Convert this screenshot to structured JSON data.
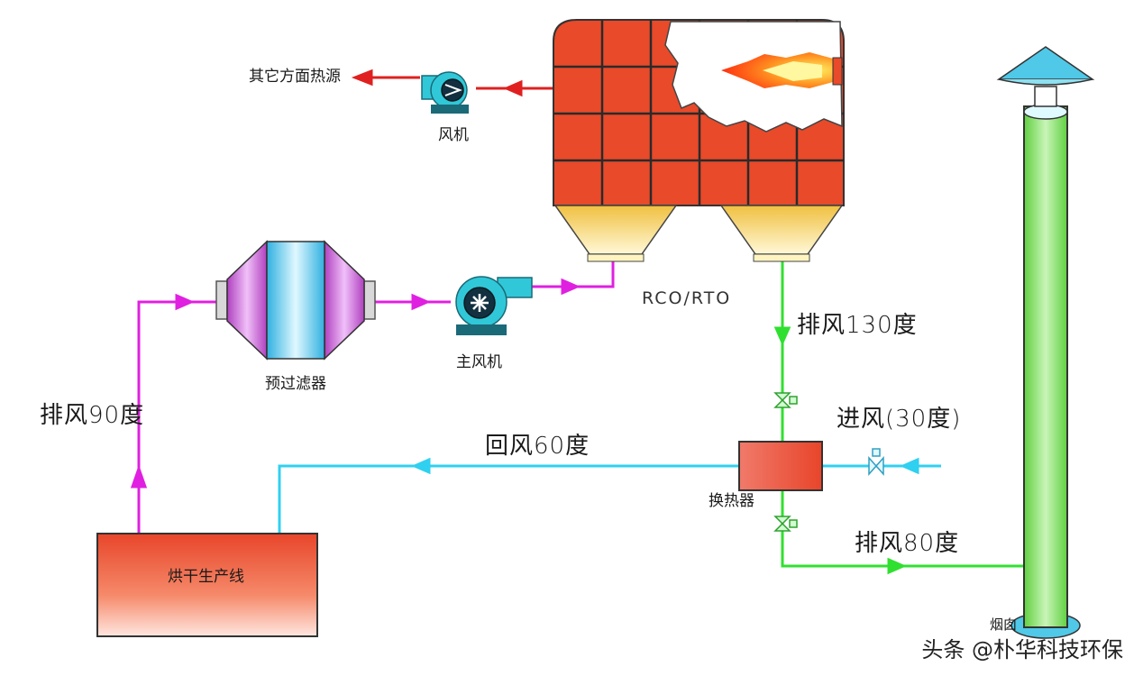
{
  "labels": {
    "other_heat": "其它方面热源",
    "fan": "风机",
    "main_fan": "主风机",
    "prefilter": "预过滤器",
    "rco_rto": "RCO/RTO",
    "exhaust_130": "排风130度",
    "intake_30": "进风(30度)",
    "return_60": "回风60度",
    "heat_exchanger": "换热器",
    "exhaust_80": "排风80度",
    "exhaust_90": "排风90度",
    "drying_line": "烘干生产线",
    "chimney": "烟囱"
  },
  "watermark": "头条 @朴华科技环保",
  "colors": {
    "heat_pipe": "#e02020",
    "process_pipe": "#e020e0",
    "exhaust_pipe": "#30e030",
    "return_pipe": "#30d0f0",
    "furnace_brick": "#e84a2a",
    "hopper": "#f5d060",
    "chimney": "#90ee70"
  }
}
